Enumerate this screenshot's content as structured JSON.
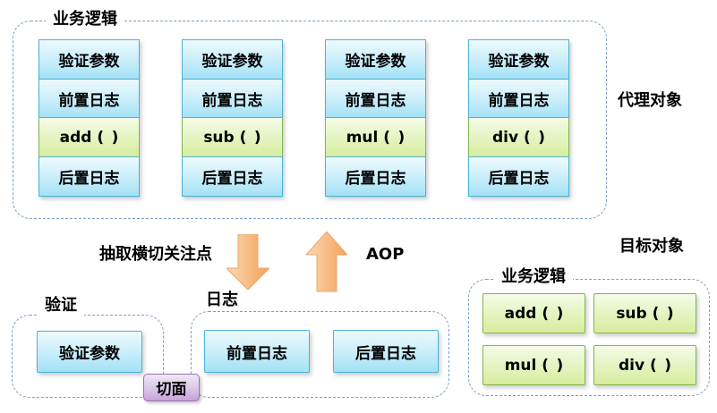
{
  "proxy_section": {
    "container_label": "业务逻辑",
    "side_label": "代理对象",
    "columns": [
      {
        "cells": [
          "验证参数",
          "前置日志",
          "add ( )",
          "后置日志"
        ]
      },
      {
        "cells": [
          "验证参数",
          "前置日志",
          "sub ( )",
          "后置日志"
        ]
      },
      {
        "cells": [
          "验证参数",
          "前置日志",
          "mul ( )",
          "后置日志"
        ]
      },
      {
        "cells": [
          "验证参数",
          "前置日志",
          "div ( )",
          "后置日志"
        ]
      }
    ]
  },
  "middle": {
    "extract_label": "抽取横切关注点",
    "aop_label": "AOP"
  },
  "validation_section": {
    "label": "验证",
    "param_box": "验证参数"
  },
  "log_section": {
    "label": "日志",
    "pre_box": "前置日志",
    "post_box": "后置日志"
  },
  "aspect_label": "切面",
  "target_section": {
    "title": "目标对象",
    "container_label": "业务逻辑",
    "methods": [
      "add ( )",
      "sub ( )",
      "mul ( )",
      "div ( )"
    ]
  },
  "colors": {
    "blue_border": "#49b3d8",
    "green_border": "#83b552",
    "purple_border": "#9a72b5",
    "dash_border": "#7f9ec4",
    "arrow_fill": "#f4a55f"
  }
}
